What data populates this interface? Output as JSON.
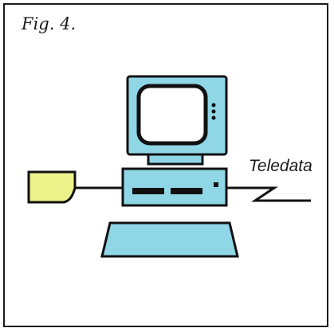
{
  "figure": {
    "title": "Fig. 4.",
    "connection_label": "Teledata"
  },
  "colors": {
    "frame": "#1a1a1a",
    "screen_case": "#8fd6e6",
    "screen_glass": "#ffffff",
    "peripheral": "#eef28a",
    "outline": "#111111",
    "cable": "#111111"
  },
  "parts": [
    {
      "name": "monitor",
      "icon": "monitor-icon"
    },
    {
      "name": "system-unit",
      "icon": "computer-case-icon"
    },
    {
      "name": "keyboard",
      "icon": "keyboard-icon"
    },
    {
      "name": "peripheral-card",
      "icon": "card-reader-icon"
    },
    {
      "name": "teledata-cable",
      "icon": "cable-icon"
    }
  ]
}
